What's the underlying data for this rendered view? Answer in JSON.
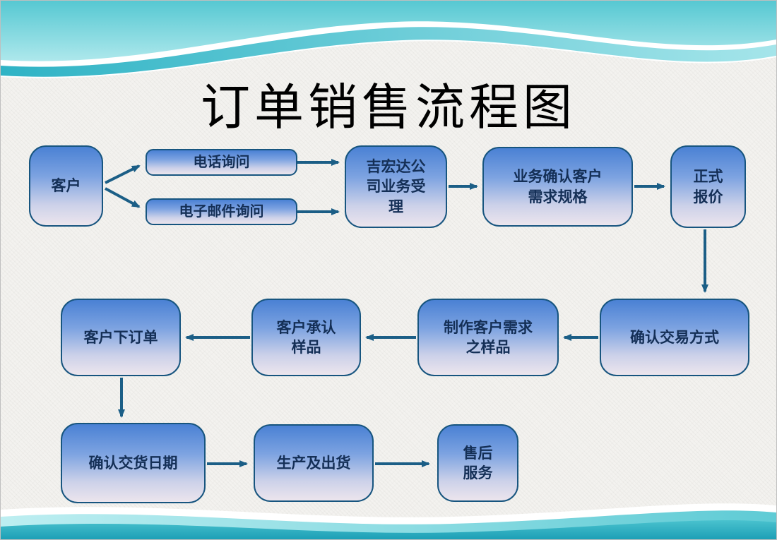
{
  "slide": {
    "title": "订单销售流程图",
    "background_color": "#f3f2ef",
    "wave_color": "#2fb4c4"
  },
  "flowchart": {
    "colors": {
      "node_border": "#17557f",
      "node_top": "#4a81d4",
      "node_bottom": "#ece5ed",
      "arrow": "#1b5e86",
      "label_text": "#142f56"
    },
    "nodes": [
      {
        "id": "customer",
        "label": "客户"
      },
      {
        "id": "phone-inquiry",
        "label": "电话询问"
      },
      {
        "id": "email-inquiry",
        "label": "电子邮件询问"
      },
      {
        "id": "company-accept",
        "label": "吉宏达公\n司业务受\n理"
      },
      {
        "id": "confirm-requirements",
        "label": "业务确认客户\n需求规格"
      },
      {
        "id": "formal-quote",
        "label": "正式\n报价"
      },
      {
        "id": "place-order",
        "label": "客户下订单"
      },
      {
        "id": "approve-sample",
        "label": "客户承认\n样品"
      },
      {
        "id": "make-sample",
        "label": "制作客户需求\n之样品"
      },
      {
        "id": "confirm-trade-method",
        "label": "确认交易方式"
      },
      {
        "id": "confirm-delivery-date",
        "label": "确认交货日期"
      },
      {
        "id": "production-shipment",
        "label": "生产及出货"
      },
      {
        "id": "after-sales",
        "label": "售后\n服务"
      }
    ],
    "edges": [
      {
        "from": "customer",
        "to": "phone-inquiry"
      },
      {
        "from": "customer",
        "to": "email-inquiry"
      },
      {
        "from": "phone-inquiry",
        "to": "company-accept"
      },
      {
        "from": "email-inquiry",
        "to": "company-accept"
      },
      {
        "from": "company-accept",
        "to": "confirm-requirements"
      },
      {
        "from": "confirm-requirements",
        "to": "formal-quote"
      },
      {
        "from": "formal-quote",
        "to": "confirm-trade-method"
      },
      {
        "from": "confirm-trade-method",
        "to": "make-sample"
      },
      {
        "from": "make-sample",
        "to": "approve-sample"
      },
      {
        "from": "approve-sample",
        "to": "place-order"
      },
      {
        "from": "place-order",
        "to": "confirm-delivery-date"
      },
      {
        "from": "confirm-delivery-date",
        "to": "production-shipment"
      },
      {
        "from": "production-shipment",
        "to": "after-sales"
      }
    ]
  }
}
